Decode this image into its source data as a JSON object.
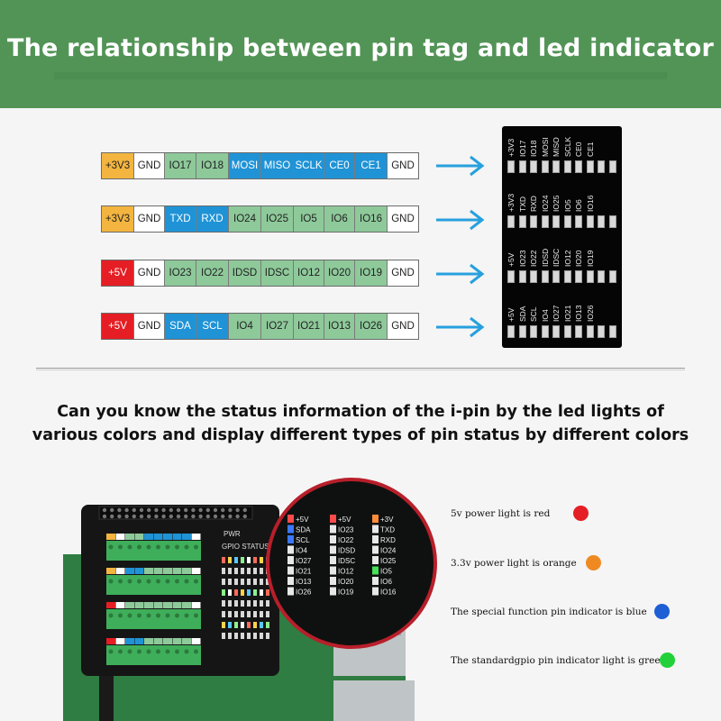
{
  "header": {
    "title": "The relationship between pin tag and led indicator"
  },
  "colors": {
    "orange": "#f3b53f",
    "white": "#ffffff",
    "green": "#8ec99a",
    "blue": "#1f93d6",
    "red": "#e41e24",
    "banner": "#529456",
    "arrow": "#27a0de"
  },
  "pin_rows": [
    {
      "pins": [
        {
          "label": "+3V3",
          "color": "orange"
        },
        {
          "label": "GND",
          "color": "white"
        },
        {
          "label": "IO17",
          "color": "green"
        },
        {
          "label": "IO18",
          "color": "green"
        },
        {
          "label": "MOSI",
          "color": "blue"
        },
        {
          "label": "MISO",
          "color": "blue"
        },
        {
          "label": "SCLK",
          "color": "blue"
        },
        {
          "label": "CE0",
          "color": "blue"
        },
        {
          "label": "CE1",
          "color": "blue"
        },
        {
          "label": "GND",
          "color": "white"
        }
      ]
    },
    {
      "pins": [
        {
          "label": "+3V3",
          "color": "orange"
        },
        {
          "label": "GND",
          "color": "white"
        },
        {
          "label": "TXD",
          "color": "blue"
        },
        {
          "label": "RXD",
          "color": "blue"
        },
        {
          "label": "IO24",
          "color": "green"
        },
        {
          "label": "IO25",
          "color": "green"
        },
        {
          "label": "IO5",
          "color": "green"
        },
        {
          "label": "IO6",
          "color": "green"
        },
        {
          "label": "IO16",
          "color": "green"
        },
        {
          "label": "GND",
          "color": "white"
        }
      ]
    },
    {
      "pins": [
        {
          "label": "+5V",
          "color": "red"
        },
        {
          "label": "GND",
          "color": "white"
        },
        {
          "label": "IO23",
          "color": "green"
        },
        {
          "label": "IO22",
          "color": "green"
        },
        {
          "label": "IDSD",
          "color": "green"
        },
        {
          "label": "IDSC",
          "color": "green"
        },
        {
          "label": "IO12",
          "color": "green"
        },
        {
          "label": "IO20",
          "color": "green"
        },
        {
          "label": "IO19",
          "color": "green"
        },
        {
          "label": "GND",
          "color": "white"
        }
      ]
    },
    {
      "pins": [
        {
          "label": "+5V",
          "color": "red"
        },
        {
          "label": "GND",
          "color": "white"
        },
        {
          "label": "SDA",
          "color": "blue"
        },
        {
          "label": "SCL",
          "color": "blue"
        },
        {
          "label": "IO4",
          "color": "green"
        },
        {
          "label": "IO27",
          "color": "green"
        },
        {
          "label": "IO21",
          "color": "green"
        },
        {
          "label": "IO13",
          "color": "green"
        },
        {
          "label": "IO26",
          "color": "green"
        },
        {
          "label": "GND",
          "color": "white"
        }
      ]
    }
  ],
  "led_board": {
    "strips": [
      [
        "+3V3",
        "IO17",
        "IO18",
        "MOSI",
        "MISO",
        "SCLK",
        "CE0",
        "CE1"
      ],
      [
        "+3V3",
        "TXD",
        "RXD",
        "IO24",
        "IO25",
        "IO5",
        "IO6",
        "IO16"
      ],
      [
        "+5V",
        "IO23",
        "IO22",
        "IDSD",
        "IDSC",
        "IO12",
        "IO20",
        "IO19"
      ],
      [
        "+5V",
        "SDA",
        "SCL",
        "IO4",
        "IO27",
        "IO21",
        "IO13",
        "IO26"
      ]
    ]
  },
  "description": {
    "line1": "Can you know the status information of the i-pin by the led lights of",
    "line2": "various colors and display different types of pin status by different colors"
  },
  "photo": {
    "board_labels": {
      "pwr": "PWR",
      "gpio_status": "GPIO STATUS"
    },
    "zoom_col1": [
      "+5V",
      "SDA",
      "SCL",
      "IO4",
      "IO27",
      "IO21",
      "IO13",
      "IO26"
    ],
    "zoom_col2": [
      "+5V",
      "IO23",
      "IO22",
      "IDSD",
      "IDSC",
      "IO12",
      "IO20",
      "IO19"
    ],
    "zoom_col3": [
      "+3V",
      "TXD",
      "RXD",
      "IO24",
      "IO25",
      "IO5",
      "IO6",
      "IO16"
    ]
  },
  "legend": [
    {
      "text": "5v power light is red",
      "color": "#e41e24"
    },
    {
      "text": "3.3v power light is orange",
      "color": "#ef8a23"
    },
    {
      "text": "The special function pin indicator is blue",
      "color": "#1e5fd6"
    },
    {
      "text": "The standardgpio pin indicator light is green",
      "color": "#22d13a"
    }
  ]
}
